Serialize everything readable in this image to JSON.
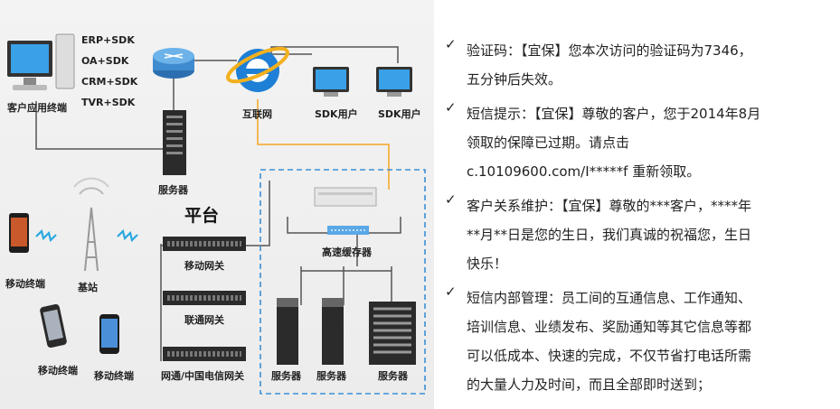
{
  "diagram": {
    "labels": {
      "client_terminal": "客户应用终端",
      "sdk_erp": "ERP+SDK",
      "sdk_oa": "OA+SDK",
      "sdk_crm": "CRM+SDK",
      "sdk_tvr": "TVR+SDK",
      "internet": "互联网",
      "sdk_user_1": "SDK用户",
      "sdk_user_2": "SDK用户",
      "server_top": "服务器",
      "platform": "平台",
      "mobile_gateway": "移动网关",
      "unicom_gateway": "联通网关",
      "telecom_gateway": "网通/中国电信网关",
      "cache_server": "高速缓存器",
      "server_a": "服务器",
      "server_b": "服务器",
      "server_c": "服务器",
      "mobile_terminal_1": "移动终端",
      "mobile_terminal_2": "移动终端",
      "mobile_terminal_3": "移动终端",
      "base_station": "基站"
    },
    "colors": {
      "connector": "#555555",
      "orange_link": "#f5a623",
      "dashed_border": "#3a8fd6",
      "signal": "#2aa8e0"
    }
  },
  "text_panel": {
    "check_glyph": "✓",
    "items": [
      {
        "lines": [
          "验证码：【宜保】您本次访问的验证码为7346，",
          "五分钟后失效。"
        ]
      },
      {
        "lines": [
          "短信提示：【宜保】尊敬的客户，您于2014年8月",
          "领取的保障已过期。请点击",
          "c.10109600.com/I*****f 重新领取。"
        ]
      },
      {
        "lines": [
          "客户关系维护：【宜保】尊敬的***客户，****年",
          "**月**日是您的生日，我们真诚的祝福您，生日",
          "快乐！"
        ]
      },
      {
        "lines": [
          "短信内部管理：员工间的互通信息、工作通知、",
          "培训信息、业绩发布、奖励通知等其它信息等都",
          "可以低成本、快速的完成，不仅节省打电话所需",
          "的大量人力及时间，而且全部即时送到；"
        ]
      }
    ]
  }
}
